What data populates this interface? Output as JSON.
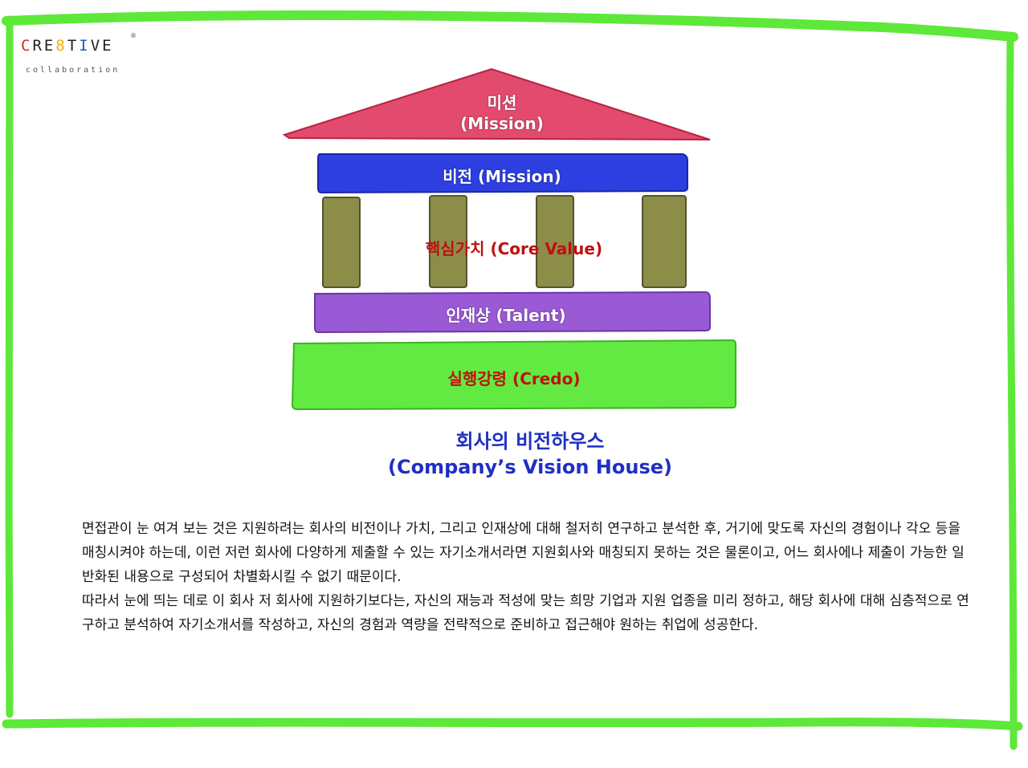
{
  "logo": {
    "word": [
      "C",
      "R",
      "E",
      "8",
      "T",
      "I",
      "V",
      "E"
    ],
    "sub": "collaboration",
    "reg": "®"
  },
  "house": {
    "roof_title": "미션",
    "roof_subtitle": "(Mission)",
    "vision": "비전 (Mission)",
    "core_value": "핵심가치 (Core Value)",
    "talent": "인재상 (Talent)",
    "credo": "실행강령 (Credo)"
  },
  "caption": {
    "line1": "회사의 비전하우스",
    "line2": "(Company’s  Vision House)"
  },
  "colors": {
    "frame": "#5de83a",
    "roof": "#e24a6e",
    "vision": "#2d3fe0",
    "pillar": "#8d8d4a",
    "talent": "#9a5ad6",
    "credo": "#63ea42",
    "caption": "#1f2fc4",
    "label_red": "#c01010"
  },
  "paragraphs": [
    "면접관이 눈 여겨 보는 것은 지원하려는 회사의 비전이나 가치, 그리고 인재상에 대해 철저히 연구하고 분석한 후, 거기에 맞도록 자신의 경험이나 각오 등을 매칭시켜야 하는데, 이런 저런 회사에 다양하게 제출할 수 있는 자기소개서라면 지원회사와 매칭되지 못하는 것은 물론이고, 어느 회사에나 제출이 가능한 일반화된 내용으로 구성되어 차별화시킬 수 없기 때문이다.",
    "따라서 눈에 띄는 데로 이 회사 저 회사에 지원하기보다는, 자신의 재능과 적성에 맞는 희망 기업과 지원 업종을 미리 정하고, 해당 회사에 대해 심층적으로 연구하고 분석하여 자기소개서를 작성하고, 자신의 경험과 역량을 전략적으로 준비하고 접근해야 원하는 취업에 성공한다."
  ]
}
